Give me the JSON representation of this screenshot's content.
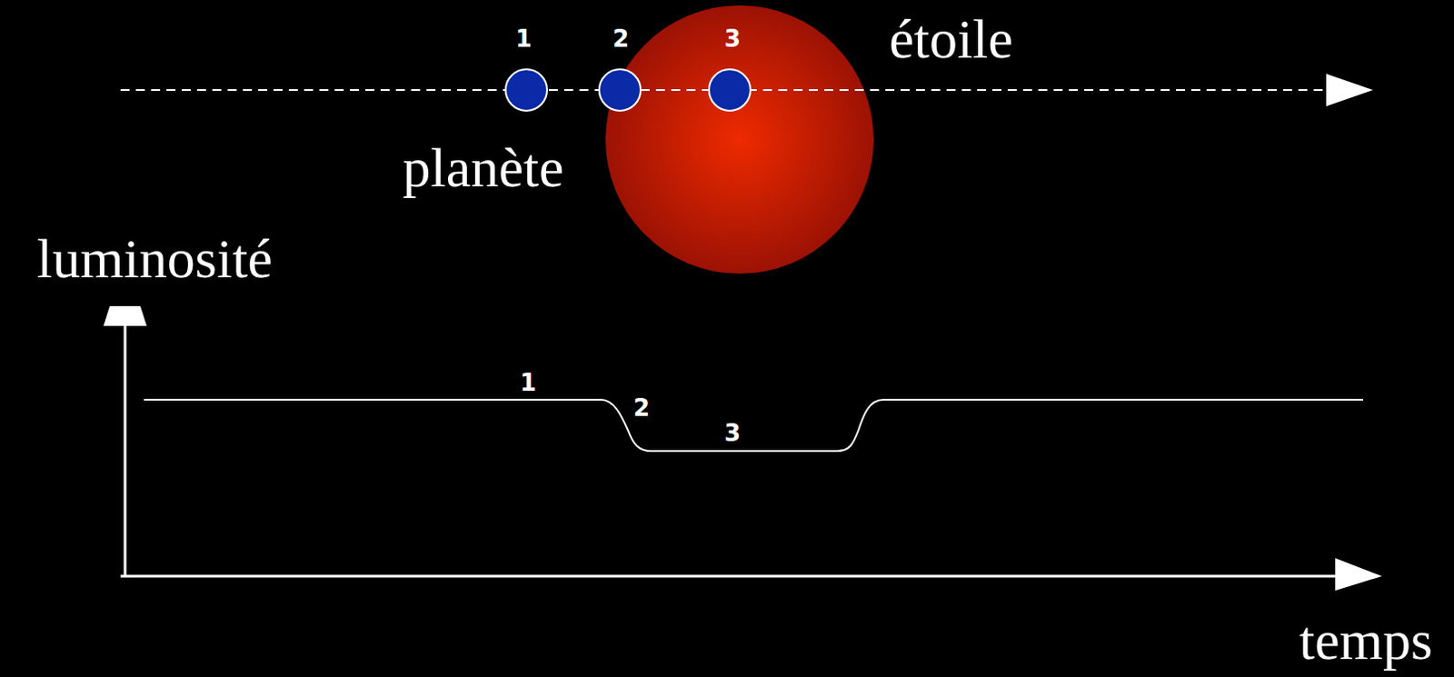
{
  "diagram": {
    "labels": [
      "1",
      "2",
      "3",
      "étoile",
      "planète",
      "luminosité",
      "1",
      "2",
      "3",
      "temps"
    ]
  }
}
